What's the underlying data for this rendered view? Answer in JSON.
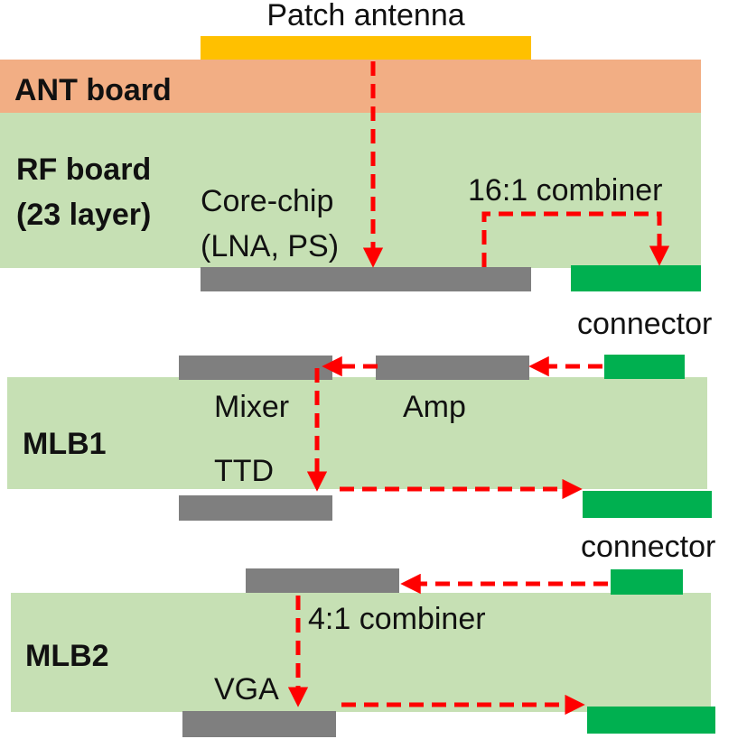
{
  "colors": {
    "antenna": "#ffc000",
    "ant_board": "#f2ae84",
    "board": "#c6e0b4",
    "chip": "#7f7f7f",
    "connector": "#00b050",
    "signal_arrow": "#ff0000"
  },
  "labels": {
    "patch_antenna": "Patch antenna",
    "ant_board": "ANT board",
    "rf_board_line1": "RF board",
    "rf_board_line2": "(23 layer)",
    "core_chip_line1": "Core-chip",
    "core_chip_line2": "(LNA, PS)",
    "combiner_16": "16:1 combiner",
    "connector_1": "connector",
    "mlb1": "MLB1",
    "mixer": "Mixer",
    "amp": "Amp",
    "ttd": "TTD",
    "connector_2": "connector",
    "mlb2": "MLB2",
    "combiner_4": "4:1 combiner",
    "vga": "VGA"
  }
}
